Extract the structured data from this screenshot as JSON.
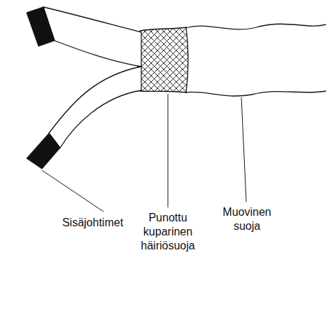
{
  "diagram": {
    "labels": [
      "Sisäjohtimet",
      "Punottu kuparinen häiriösuoja",
      "Muovinen suoja"
    ]
  }
}
